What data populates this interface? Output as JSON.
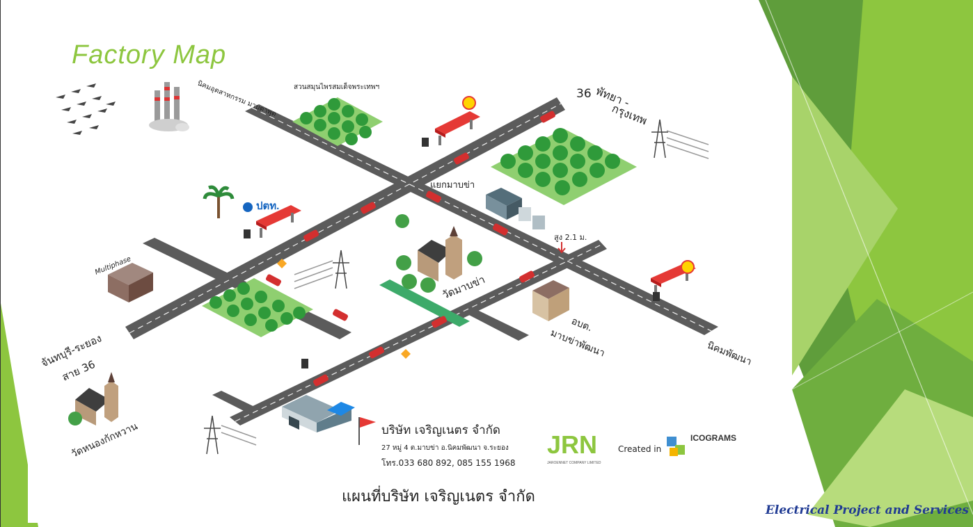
{
  "slide": {
    "title": "Factory Map",
    "footer": "Electrical Project and Services",
    "caption": "แผนที่บริษัท เจริญเนตร จำกัด"
  },
  "map_labels": {
    "road_36_no": "36",
    "pattaya": "พัทยา -",
    "bangkok": "กรุงเทพ",
    "herb_park": "สวนสมุนไพรสมเด็จพระเทพฯ",
    "refinery": "นิคมอุตสาหกรรม มาบตาพุด",
    "junction": "แยกมาบข่า",
    "height_limit": "สูง 2.1 ม.",
    "multiphase": "Multiphase",
    "chanthaburi": "จันทบุรี-ระยอง",
    "road_36": "สาย 36",
    "wat_mapkha": "วัดมาบข่า",
    "sao": "อบต.",
    "mapkha_patthana": "มาบข่าพัฒนา",
    "nikhom_patthana": "นิคมพัฒนา",
    "wat_nongkok": "วัดหนองกักหวาน",
    "company_name": "บริษัท เจริญเนตร จำกัด",
    "address": "27 หมู่ 4 ต.มาบข่า อ.นิคมพัฒนา จ.ระยอง",
    "phone": "โทร.033 680 892, 085 155 1968",
    "created_in": "Created in",
    "icograms": "ICOGRAMS",
    "jrn_logo": "JRN",
    "jrn_sub": "JAROENNET COMPANY LIMITED",
    "ptt_logo": "ปตท."
  },
  "colors": {
    "accent_green": "#8dc63f",
    "footer_blue": "#1f3a93",
    "road": "#5b5b5b",
    "car": "#d32f2f",
    "tree": "#3fa33a"
  },
  "icons": [
    "airplane-icon",
    "refinery-icon",
    "shell-station-icon",
    "ptt-station-icon",
    "power-pylon-icon",
    "forest-icon",
    "church-icon",
    "building-icon",
    "car-icon",
    "flag-icon",
    "fuel-icon",
    "warning-sign-icon"
  ]
}
